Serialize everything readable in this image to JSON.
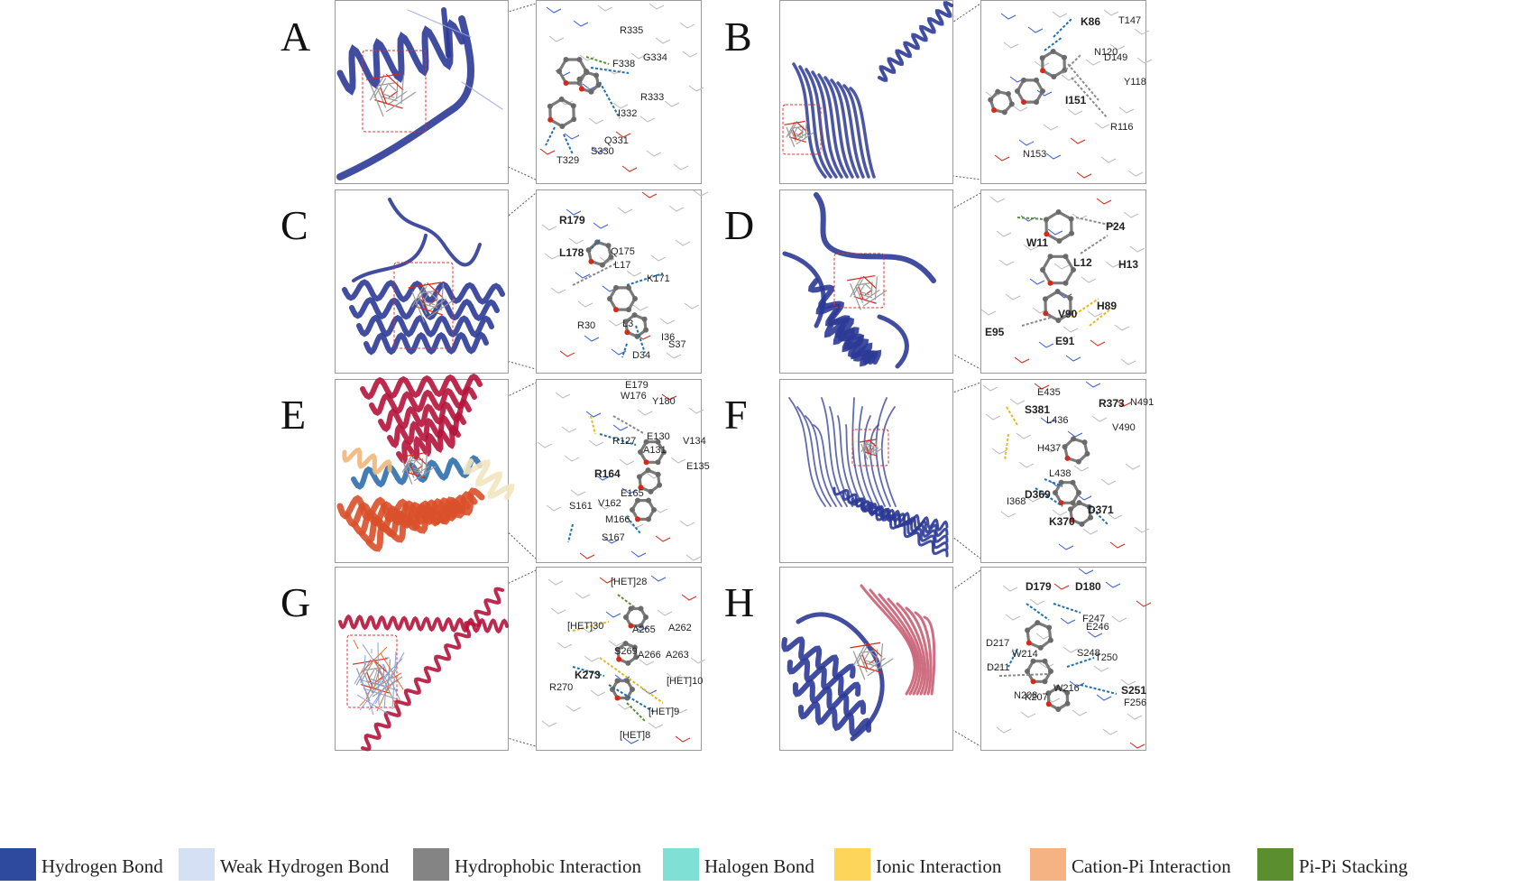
{
  "panels": [
    {
      "letter": "A",
      "residues": [
        "R335",
        "G334",
        "F338",
        "R333",
        "I332",
        "Q331",
        "S330",
        "T329"
      ]
    },
    {
      "letter": "B",
      "residues": [
        "K86",
        "T147",
        "N120",
        "D149",
        "Y118",
        "I151",
        "R116",
        "N153"
      ]
    },
    {
      "letter": "C",
      "residues": [
        "R179",
        "L178",
        "Q175",
        "L17",
        "K171",
        "R30",
        "L3",
        "I36",
        "S37",
        "D34"
      ]
    },
    {
      "letter": "D",
      "residues": [
        "P24",
        "W11",
        "L12",
        "H13",
        "H89",
        "V90",
        "E95",
        "E91"
      ]
    },
    {
      "letter": "E",
      "residues": [
        "E179",
        "W176",
        "Y180",
        "R127",
        "E130",
        "V134",
        "A131",
        "R164",
        "E135",
        "E165",
        "S161",
        "V162",
        "M166",
        "S167"
      ]
    },
    {
      "letter": "F",
      "residues": [
        "E435",
        "R373",
        "N491",
        "S381",
        "L436",
        "V490",
        "H437",
        "L438",
        "D369",
        "I368",
        "K370",
        "D371"
      ]
    },
    {
      "letter": "G",
      "residues": [
        "[HET]28",
        "[HET]30",
        "A265",
        "A262",
        "S269",
        "A266",
        "A263",
        "K273",
        "R270",
        "[HET]10",
        "[HET]9",
        "[HET]8"
      ]
    },
    {
      "letter": "H",
      "residues": [
        "D179",
        "D180",
        "F247",
        "E246",
        "D217",
        "W214",
        "S248",
        "T250",
        "D211",
        "N208",
        "K207",
        "W216",
        "S251",
        "F256"
      ]
    }
  ],
  "legend": [
    {
      "label": "Hydrogen Bond",
      "color": "#2e4a9e"
    },
    {
      "label": "Weak Hydrogen Bond",
      "color": "#d6e0f5"
    },
    {
      "label": "Hydrophobic Interaction",
      "color": "#848484"
    },
    {
      "label": "Halogen Bond",
      "color": "#7fe0d6"
    },
    {
      "label": "Ionic Interaction",
      "color": "#fdd55a"
    },
    {
      "label": "Cation-Pi Interaction",
      "color": "#f5b383"
    },
    {
      "label": "Pi-Pi Stacking",
      "color": "#5a8e2f"
    }
  ],
  "colors": {
    "protein_blue": "#2c3a96",
    "protein_red": "#b5143a",
    "protein_orange": "#d9502a",
    "hbond": "#1f6fa8",
    "hydrophobic": "#8a8a8a",
    "ionic": "#e8b820",
    "pistack": "#5a8e2f",
    "ligand": "#7a7a7a",
    "oxygen": "#d42a1a"
  }
}
